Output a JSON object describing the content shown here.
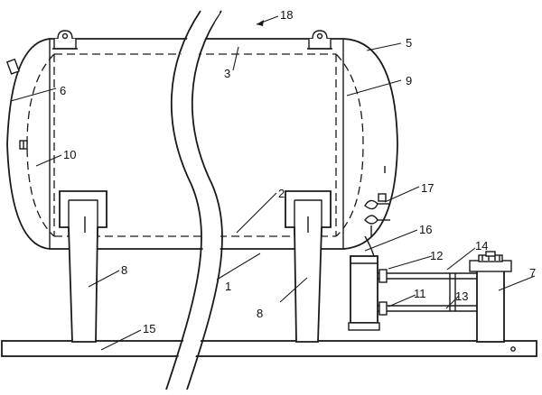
{
  "figure": {
    "callouts": {
      "c1": "1",
      "c2": "2",
      "c3": "3",
      "c5": "5",
      "c6": "6",
      "c7": "7",
      "c8a": "8",
      "c8b": "8",
      "c9": "9",
      "c10": "10",
      "c11": "11",
      "c12": "12",
      "c13": "13",
      "c14": "14",
      "c15": "15",
      "c16": "16",
      "c17": "17",
      "c18": "18"
    }
  },
  "colors": {
    "line": "#1a1a1a",
    "background": "#ffffff"
  }
}
